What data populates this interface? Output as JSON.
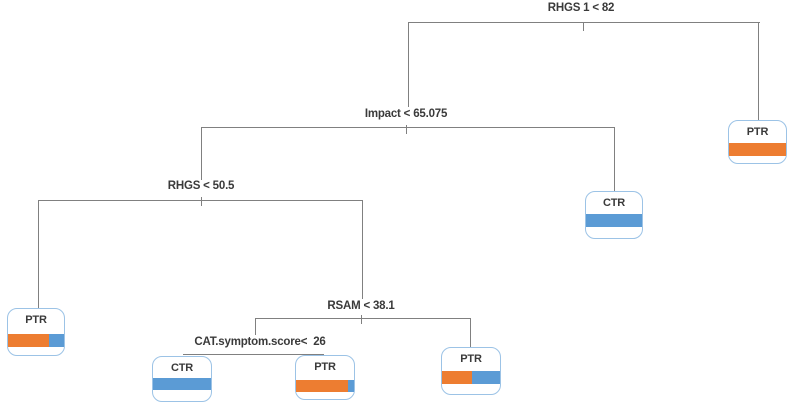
{
  "figure": {
    "type": "decision-tree",
    "background": "#FFFFFF",
    "colors": {
      "orange": "#ED7D31",
      "blue": "#5B9BD5",
      "line": "#808080",
      "box_border": "#9CC3E6",
      "text": "#3A3A3A"
    },
    "classes": [
      {
        "name": "PTR",
        "color": "#ED7D31"
      },
      {
        "name": "CTR",
        "color": "#5B9BD5"
      }
    ],
    "splits": {
      "root": {
        "label": "RHGS 1 < 82"
      },
      "impact": {
        "label": "Impact < 65.075"
      },
      "rhgs": {
        "label": "RHGS < 50.5"
      },
      "rsam": {
        "label": "RSAM < 38.1"
      },
      "cat": {
        "label": "CAT.symptom.score<  26"
      }
    },
    "leaves": {
      "root_right": {
        "label": "PTR",
        "orange_pct": 100,
        "blue_pct": 0,
        "parent": "RHGS 1 < 82",
        "branch": "right"
      },
      "impact_right": {
        "label": "CTR",
        "orange_pct": 0,
        "blue_pct": 100,
        "parent": "Impact < 65.075",
        "branch": "right"
      },
      "rhgs_left": {
        "label": "PTR",
        "orange_pct": 74,
        "blue_pct": 26,
        "parent": "RHGS < 50.5",
        "branch": "left"
      },
      "cat_left": {
        "label": "CTR",
        "orange_pct": 0,
        "blue_pct": 100,
        "parent": "CAT.symptom.score<  26",
        "branch": "left"
      },
      "cat_right": {
        "label": "PTR",
        "orange_pct": 90,
        "blue_pct": 10,
        "parent": "CAT.symptom.score<  26",
        "branch": "right"
      },
      "rsam_right": {
        "label": "PTR",
        "orange_pct": 52,
        "blue_pct": 48,
        "parent": "RSAM < 38.1",
        "branch": "right"
      }
    },
    "tree": {
      "label": "RHGS 1 < 82",
      "left": {
        "label": "Impact < 65.075",
        "left": {
          "label": "RHGS < 50.5",
          "left": {
            "leaf": "PTR"
          },
          "right": {
            "label": "RSAM < 38.1",
            "left": {
              "label": "CAT.symptom.score<  26",
              "left": {
                "leaf": "CTR"
              },
              "right": {
                "leaf": "PTR"
              }
            },
            "right": {
              "leaf": "PTR"
            }
          }
        },
        "right": {
          "leaf": "CTR"
        }
      },
      "right": {
        "leaf": "PTR"
      }
    }
  }
}
